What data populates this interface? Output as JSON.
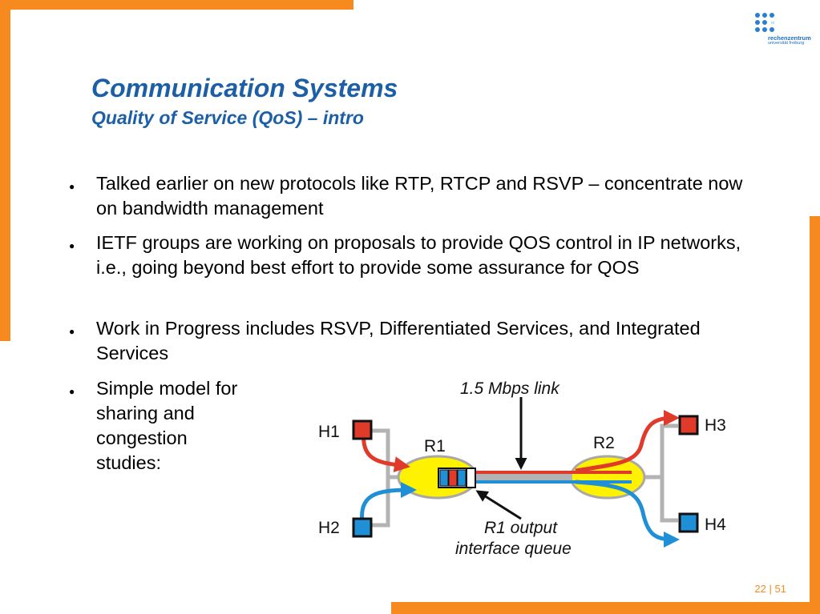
{
  "header": {
    "title": "Communication Systems",
    "subtitle": "Quality of Service (QoS) – intro"
  },
  "logo": {
    "small": "rz",
    "line1": "rechenzentrum",
    "line2": "universität freiburg"
  },
  "bullets": [
    "Talked earlier on new protocols like RTP, RTCP and RSVP – concentrate now on bandwidth management",
    "IETF groups are working on proposals to provide QOS control in IP networks, i.e., going beyond best effort to provide some assurance for QOS",
    "Work in Progress includes RSVP, Differentiated Services, and Integrated Services",
    "Simple model for sharing and congestion studies:"
  ],
  "diagram": {
    "link_label": "1.5 Mbps link",
    "queue_label_1": "R1 output",
    "queue_label_2": "interface queue",
    "router_1": "R1",
    "router_2": "R2",
    "host_1": "H1",
    "host_2": "H2",
    "host_3": "H3",
    "host_4": "H4",
    "colors": {
      "red_flow": "#e03a2a",
      "blue_flow": "#1f8fd6",
      "router_fill": "#fff200",
      "wire": "#b3b3b3"
    }
  },
  "footer": {
    "page": "22",
    "separator": "|",
    "total": "51"
  },
  "theme": {
    "accent": "#f68a1f",
    "title_color": "#1c5fa7"
  }
}
